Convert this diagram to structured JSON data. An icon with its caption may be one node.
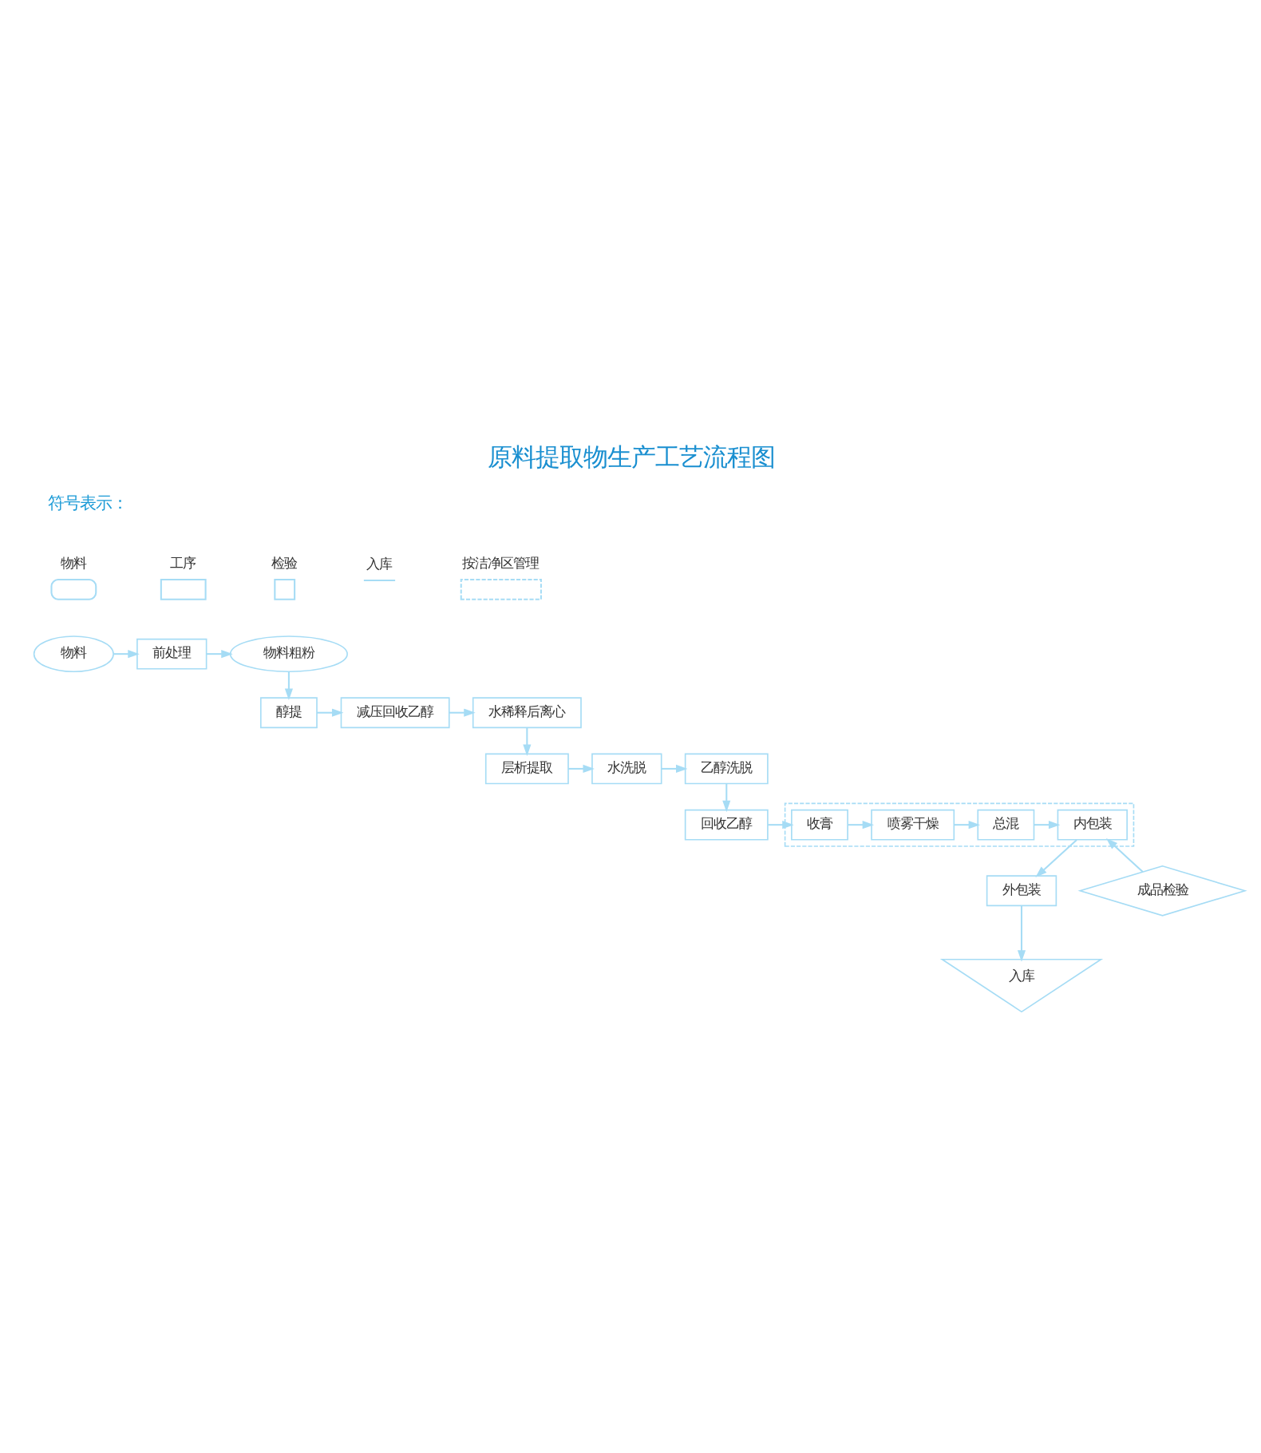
{
  "diagram": {
    "title": "原料提取物生产工艺流程图",
    "nodes": [
      {
        "text": [
          "物料"
        ]
      },
      {
        "text": [
          "前处理"
        ]
      },
      {
        "text": [
          "物料粗粉"
        ]
      },
      {
        "text": [
          "醇提"
        ]
      },
      {
        "text": [
          "减压回收乙醇"
        ]
      },
      {
        "text": [
          "水稀释后离心"
        ]
      },
      {
        "text": [
          "层析提取"
        ]
      },
      {
        "text": [
          "水洗脱"
        ]
      },
      {
        "text": [
          "乙醇洗脱"
        ]
      },
      {
        "text": [],
        "shape": "box"
      },
      {
        "text": [
          "内包装"
        ],
        "in": 9
      },
      {
        "text": [
          "总混"
        ],
        "in": 9
      },
      {
        "text": [
          "喷雾干燥"
        ],
        "in": 9
      },
      {
        "text": [
          "收膏"
        ],
        "in": 9
      },
      {
        "text": [
          "回收乙醇"
        ]
      },
      {
        "text": [
          "外包装"
        ]
      },
      {
        "text": [
          "成品检验"
        ]
      },
      {
        "text": [
          "入库"
        ]
      }
    ],
    "edges": [
      {
        "from": 0,
        "to": 1,
        "arrow": "to"
      },
      {
        "from": 1,
        "to": 2,
        "arrow": "to"
      },
      {
        "from": 2,
        "to": 3,
        "arrow": "to"
      },
      {
        "from": 3,
        "to": 4,
        "arrow": "to"
      },
      {
        "from": 4,
        "to": 5,
        "arrow": "to"
      },
      {
        "from": 5,
        "to": 6,
        "arrow": "to"
      },
      {
        "from": 6,
        "to": 7,
        "arrow": "to"
      },
      {
        "from": 7,
        "to": 8,
        "arrow": "to"
      },
      {
        "from": 8,
        "to": 14,
        "arrow": "to"
      },
      {
        "from": 14,
        "to": 13,
        "arrow": "to"
      },
      {
        "from": 13,
        "to": 12,
        "arrow": "to"
      },
      {
        "from": 12,
        "to": 11,
        "arrow": "to"
      },
      {
        "from": 11,
        "to": 10,
        "arrow": "to"
      },
      {
        "from": 10,
        "to": 15,
        "arrow": "to"
      },
      {
        "from": 15,
        "to": 17,
        "arrow": "to"
      },
      {
        "from": 16,
        "to": 10,
        "arrow": "to"
      }
    ],
    "labels": [
      "符号表示："
    ],
    "legend": [
      {
        "text": "物料"
      },
      {
        "text": "工序"
      },
      {
        "text": "检验"
      },
      {
        "text": "入库"
      },
      {
        "text": "按洁净区管理"
      }
    ]
  }
}
